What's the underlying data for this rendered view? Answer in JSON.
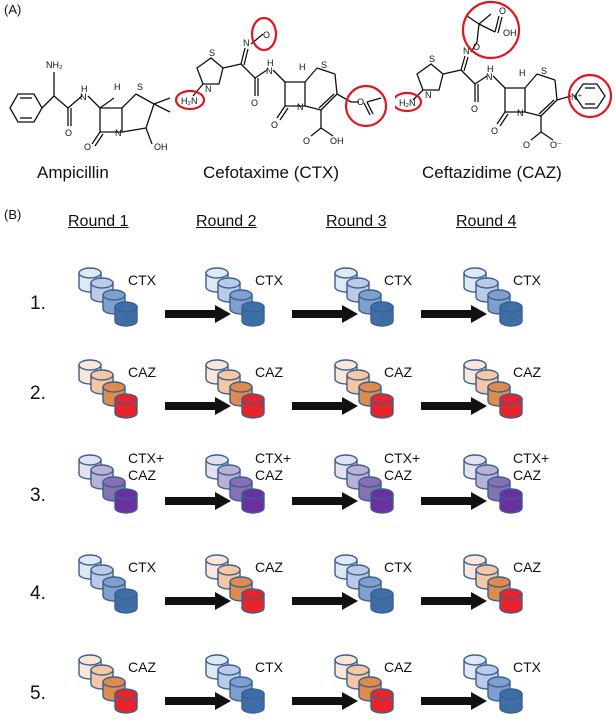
{
  "panel_a": {
    "label": "(A)",
    "structures": [
      {
        "name": "Ampicillin",
        "labels": {
          "amine": "NH₂",
          "nh": "N",
          "h": "H",
          "amideH": "H",
          "s": "S",
          "n": "N",
          "o1": "O",
          "o2": "O",
          "oh": "OH"
        }
      },
      {
        "name": "Cefotaxime (CTX)",
        "labels": {
          "s1": "S",
          "n1": "N",
          "h2n": "H₂N",
          "oxime_n": "N",
          "oxime_o": "O",
          "nh": "N",
          "h": "H",
          "h2": "H",
          "s2": "S",
          "n2": "N",
          "o1": "O",
          "o2": "O",
          "o3": "O",
          "o4": "O",
          "oh": "OH"
        }
      },
      {
        "name": "Ceftazidime (CAZ)",
        "labels": {
          "s1": "S",
          "n1": "N",
          "h2n": "H₂N",
          "oxime_n": "N",
          "oxime_o": "O",
          "oh": "OH",
          "o_acid": "O",
          "nh": "N",
          "h": "H",
          "h2": "H",
          "s2": "S",
          "n2": "N",
          "o1": "O",
          "o2": "O",
          "o3": "O",
          "o_minus": "O⁻",
          "n_plus": "N⁺"
        }
      }
    ]
  },
  "panel_b": {
    "label": "(B)",
    "rounds": [
      "Round 1",
      "Round 2",
      "Round 3",
      "Round 4"
    ],
    "rows": [
      {
        "num": "1.",
        "steps": [
          {
            "drug": [
              "CTX"
            ],
            "color": "blue"
          },
          {
            "drug": [
              "CTX"
            ],
            "color": "blue"
          },
          {
            "drug": [
              "CTX"
            ],
            "color": "blue"
          },
          {
            "drug": [
              "CTX"
            ],
            "color": "blue"
          }
        ]
      },
      {
        "num": "2.",
        "steps": [
          {
            "drug": [
              "CAZ"
            ],
            "color": "orange"
          },
          {
            "drug": [
              "CAZ"
            ],
            "color": "orange"
          },
          {
            "drug": [
              "CAZ"
            ],
            "color": "orange"
          },
          {
            "drug": [
              "CAZ"
            ],
            "color": "orange"
          }
        ]
      },
      {
        "num": "3.",
        "steps": [
          {
            "drug": [
              "CTX+",
              "CAZ"
            ],
            "color": "purple"
          },
          {
            "drug": [
              "CTX+",
              "CAZ"
            ],
            "color": "purple"
          },
          {
            "drug": [
              "CTX+",
              "CAZ"
            ],
            "color": "purple"
          },
          {
            "drug": [
              "CTX+",
              "CAZ"
            ],
            "color": "purple"
          }
        ]
      },
      {
        "num": "4.",
        "steps": [
          {
            "drug": [
              "CTX"
            ],
            "color": "blue"
          },
          {
            "drug": [
              "CAZ"
            ],
            "color": "orange"
          },
          {
            "drug": [
              "CTX"
            ],
            "color": "blue"
          },
          {
            "drug": [
              "CAZ"
            ],
            "color": "orange"
          }
        ]
      },
      {
        "num": "5.",
        "steps": [
          {
            "drug": [
              "CAZ"
            ],
            "color": "orange"
          },
          {
            "drug": [
              "CTX"
            ],
            "color": "blue"
          },
          {
            "drug": [
              "CAZ"
            ],
            "color": "orange"
          },
          {
            "drug": [
              "CTX"
            ],
            "color": "blue"
          }
        ]
      }
    ],
    "palettes": {
      "blue": [
        "#dfe8f5",
        "#b9cbe6",
        "#7fa0cf",
        "#3e6ea8"
      ],
      "orange": [
        "#fbe7da",
        "#f5c7a4",
        "#dd8c4e",
        "#e8232a"
      ],
      "purple": [
        "#e3e1f0",
        "#b9b2d6",
        "#8671b5",
        "#6a2fa1"
      ]
    },
    "stroke_color": "#3b5f8f",
    "arrow_color": "#111111"
  },
  "highlight_color": "#e0161d"
}
